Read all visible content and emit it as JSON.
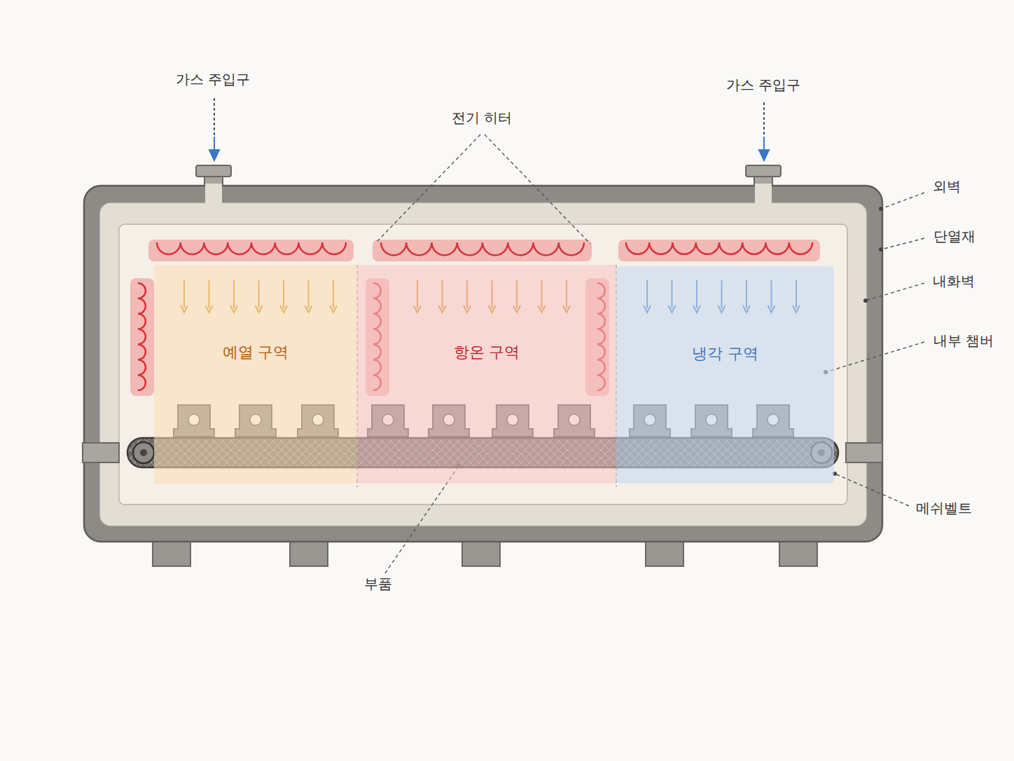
{
  "diagram": {
    "nodes": [
      {
        "text": [
          "예열 구역"
        ]
      },
      {
        "text": [
          "항온 구역"
        ]
      },
      {
        "text": [
          "냉각 구역"
        ]
      }
    ],
    "labels": [
      "가스 주입구",
      "가스 주입구",
      "전기 히터",
      "외벽",
      "단열재",
      "내화벽",
      "내부 챔버",
      "메쉬벨트",
      "부품"
    ]
  }
}
